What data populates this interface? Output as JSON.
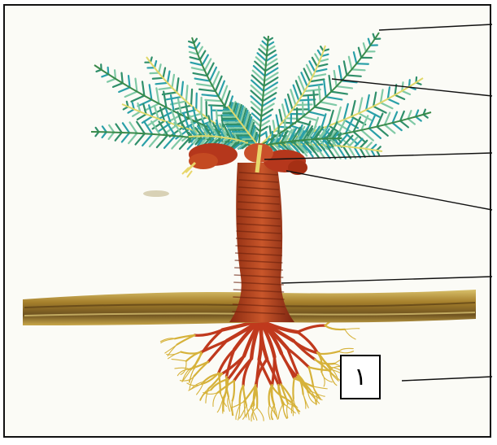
{
  "diagram": {
    "parts": [
      {
        "id": "leaves"
      },
      {
        "id": "leaf-stalk"
      },
      {
        "id": "fruit-cluster"
      },
      {
        "id": "fruit-stalk"
      },
      {
        "id": "trunk"
      },
      {
        "id": "roots"
      }
    ],
    "answer_label": "١"
  },
  "colors": {
    "frond_light": "#7fc9a6",
    "frond_dark": "#2f8f6a",
    "frond_teal": "#2aa0a8",
    "fruit": "#b5371c",
    "trunk": "#b4481f",
    "trunk_dark": "#7a2a12",
    "soil": "#b08a2a",
    "soil_dark": "#6b4a18",
    "root_red": "#c0391d",
    "root_yellow": "#d6b23a",
    "leader_line": "#111111"
  }
}
